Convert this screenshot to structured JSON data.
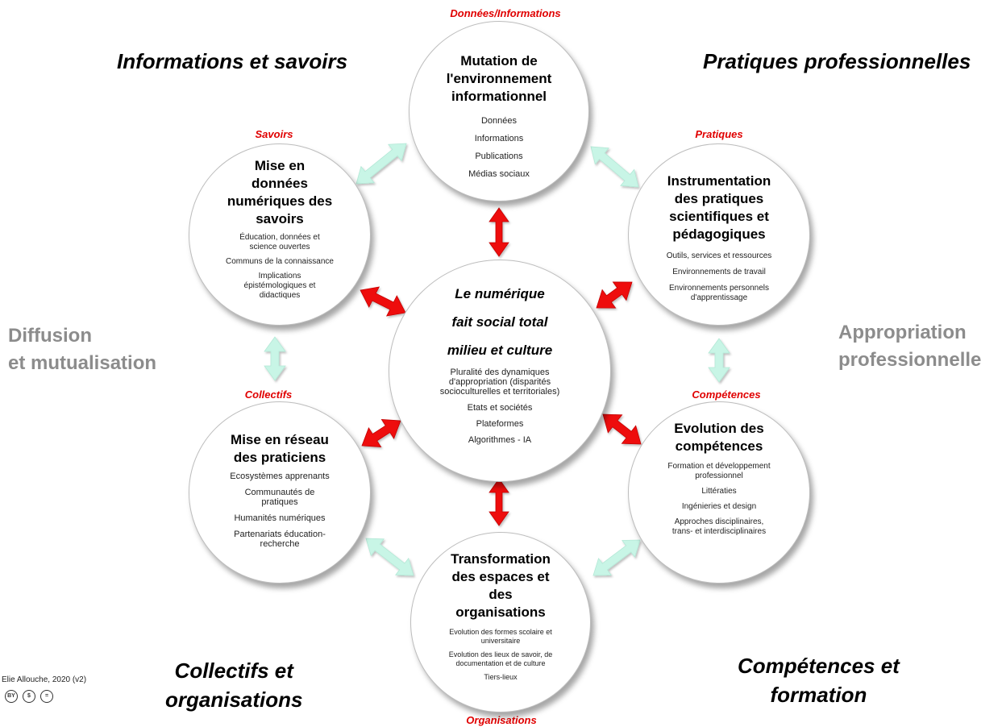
{
  "corners": {
    "top_left": "Informations et savoirs",
    "top_right": "Pratiques professionnelles",
    "bottom_left": [
      "Collectifs et",
      "organisations"
    ],
    "bottom_right": [
      "Compétences et",
      "formation"
    ]
  },
  "sides": {
    "left": [
      "Diffusion",
      "et mutualisation"
    ],
    "right": [
      "Appropriation",
      "professionnelle"
    ]
  },
  "red_labels": {
    "top": "Données/Informations",
    "savoirs": "Savoirs",
    "pratiques": "Pratiques",
    "collectifs": "Collectifs",
    "competences": "Compétences",
    "bottom": "Organisations"
  },
  "center": {
    "titles": [
      "Le numérique",
      "fait social total",
      "milieu et culture"
    ],
    "items": [
      "Pluralité des dynamiques",
      "d'appropriation  (disparités",
      "socioculturelles et territoriales)",
      "Etats et sociétés",
      "Plateformes",
      "Algorithmes  - IA"
    ]
  },
  "circles": {
    "top": {
      "title": [
        "Mutation de",
        "l'environnement",
        "informationnel"
      ],
      "items": [
        "Données",
        "Informations",
        "Publications",
        "Médias sociaux"
      ]
    },
    "upper_left": {
      "title": [
        "Mise en",
        "données",
        "numériques des",
        "savoirs"
      ],
      "items": [
        "Éducation, données et",
        "science ouvertes",
        "Communs  de la connaissance",
        "Implications",
        "épistémologiques  et",
        "didactiques"
      ]
    },
    "upper_right": {
      "title": [
        "Instrumentation",
        "des pratiques",
        "scientifiques et",
        "pédagogiques"
      ],
      "items": [
        "Outils, services et ressources",
        "Environnements  de travail",
        "Environnements  personnels",
        "d'apprentissage"
      ]
    },
    "lower_left": {
      "title": [
        "Mise en réseau",
        "des praticiens"
      ],
      "items": [
        "Ecosystèmes apprenants",
        "Communautés  de",
        "pratiques",
        "Humanités numériques",
        "Partenariats éducation-",
        "recherche"
      ]
    },
    "lower_right": {
      "title": [
        "Evolution des",
        "compétences"
      ],
      "items": [
        "Formation et développement",
        "professionnel",
        "Littératies",
        "Ingénieries et design",
        "Approches disciplinaires,",
        "trans- et interdisciplinaires"
      ]
    },
    "bottom": {
      "title": [
        "Transformation",
        "des espaces et",
        "des",
        "organisations"
      ],
      "items": [
        "Evolution des formes scolaire et",
        "universitaire",
        "Evolution des lieux de savoir, de",
        "documentation et de culture",
        "Tiers-lieux"
      ]
    }
  },
  "credit": "Elie Allouche, 2020 (v2)",
  "license_icons": [
    "cc-by-icon",
    "cc-nc-icon",
    "cc-nd-icon"
  ],
  "colors": {
    "red_arrow": "#ee1111",
    "mint_arrow": "#c8f5e6",
    "red_label": "#e00000",
    "side_text": "#8c8c8c"
  }
}
